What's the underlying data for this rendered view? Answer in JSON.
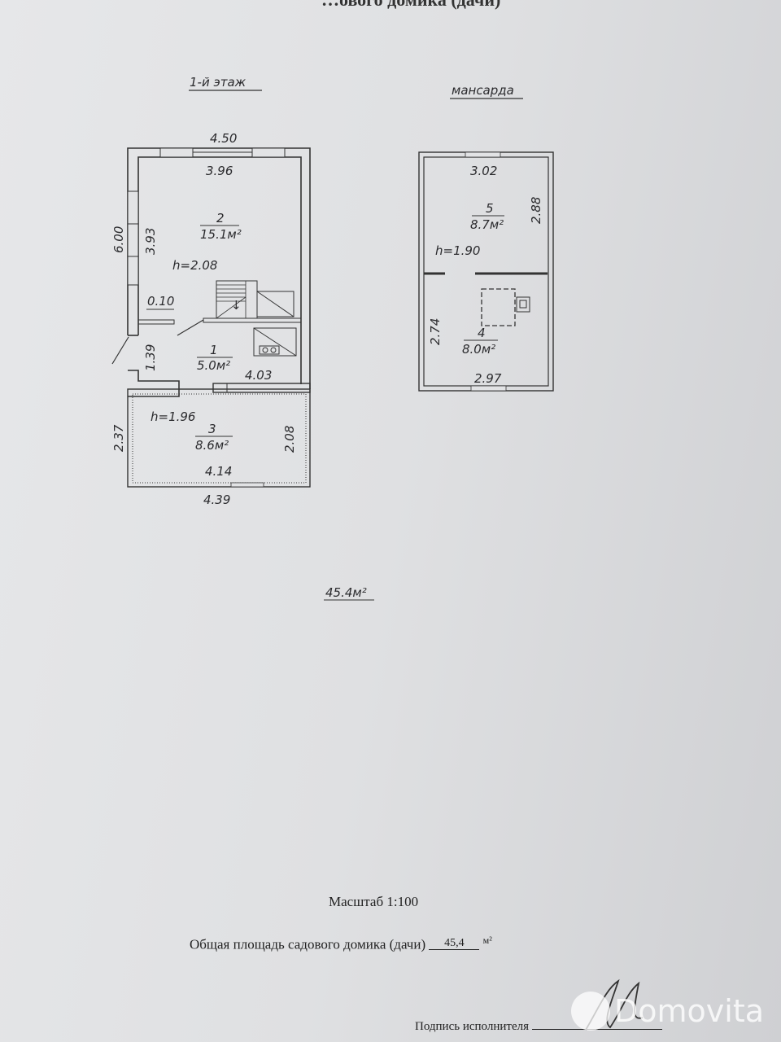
{
  "header": {
    "title_fragment": "…ового домика (дачи)"
  },
  "floor1": {
    "title": "1-й этаж",
    "dims": {
      "top_outer": "4.50",
      "top_inner": "3.96",
      "left_outer": "6.00",
      "left_inner": "3.93",
      "wall": "0.10",
      "hall_width": "1.39",
      "hall_length": "4.03",
      "veranda_left": "2.37",
      "veranda_right": "2.08",
      "veranda_inner": "4.14",
      "veranda_outer": "4.39"
    },
    "heights": {
      "main": "h=2.08",
      "veranda": "h=1.96"
    },
    "rooms": [
      {
        "number": "2",
        "area": "15.1м²"
      },
      {
        "number": "1",
        "area": "5.0м²"
      },
      {
        "number": "3",
        "area": "8.6м²"
      }
    ]
  },
  "attic": {
    "title": "мансарда",
    "dims": {
      "top": "3.02",
      "right": "2.88",
      "left": "2.74",
      "bottom": "2.97"
    },
    "height": "h=1.90",
    "rooms": [
      {
        "number": "5",
        "area": "8.7м²"
      },
      {
        "number": "4",
        "area": "8.0м²"
      }
    ]
  },
  "total_area_label": "45.4м²",
  "footer": {
    "scale": "Масштаб  1:100",
    "total_label": "Общая площадь садового домика (дачи)",
    "total_value": "45,4",
    "total_unit": "м²",
    "signature_label": "Подпись исполнителя"
  },
  "watermark": "Domovita"
}
